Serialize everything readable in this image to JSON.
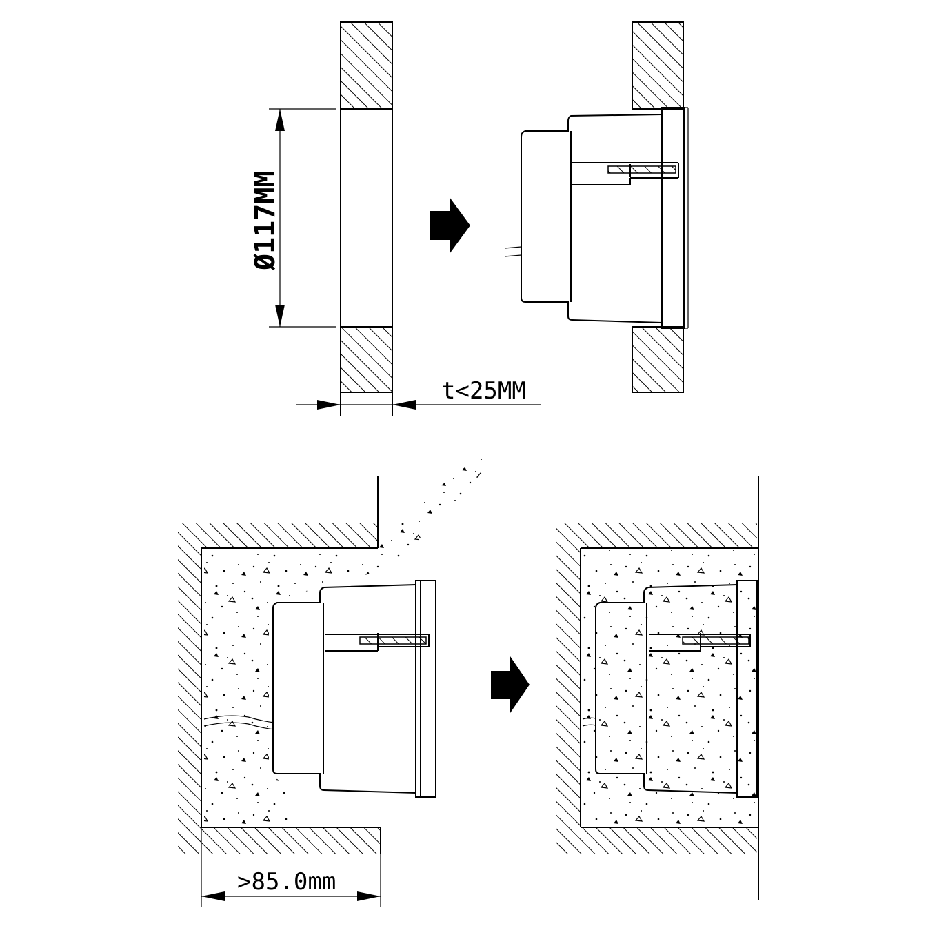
{
  "labels": {
    "hole_diameter": "Ø117MM",
    "panel_thickness": "t<25MM",
    "cavity_depth": ">85.0mm"
  },
  "colors": {
    "line": "#000000",
    "background": "#ffffff"
  },
  "icons": {
    "step_arrow": "right-arrow-icon"
  }
}
